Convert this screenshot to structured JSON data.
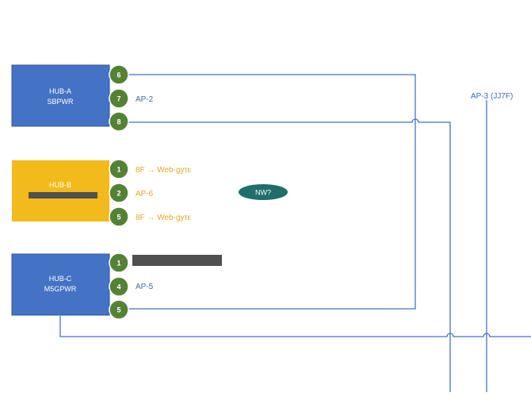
{
  "colors": {
    "hub_blue": "#4472c4",
    "hub_gold": "#f2ba1a",
    "port_green": "#548235",
    "line_blue": "#4472c4",
    "text_blue": "#3f6ab3",
    "text_gold": "#e1a92a",
    "nw_teal": "#1f6e6a",
    "redaction": "#505050"
  },
  "hubs": {
    "a": {
      "name": "HUB-A",
      "model": "SBPWR"
    },
    "b": {
      "name": "HUB-B",
      "model": ""
    },
    "c": {
      "name": "HUB-C",
      "model": "M5GPWR"
    }
  },
  "ports": {
    "a1": "6",
    "a2": "7",
    "a3": "8",
    "b1": "1",
    "b2": "2",
    "b3": "5",
    "c1": "1",
    "c2": "4",
    "c3": "5"
  },
  "labels": {
    "a2": "AP-2",
    "b1": "8F → Web-gyτε",
    "b2": "AP-6",
    "b3": "8F → Web-gyτε",
    "c2": "AP-5",
    "ap3": "AP-3 (JJ7F)"
  },
  "nw_label": "NW?"
}
